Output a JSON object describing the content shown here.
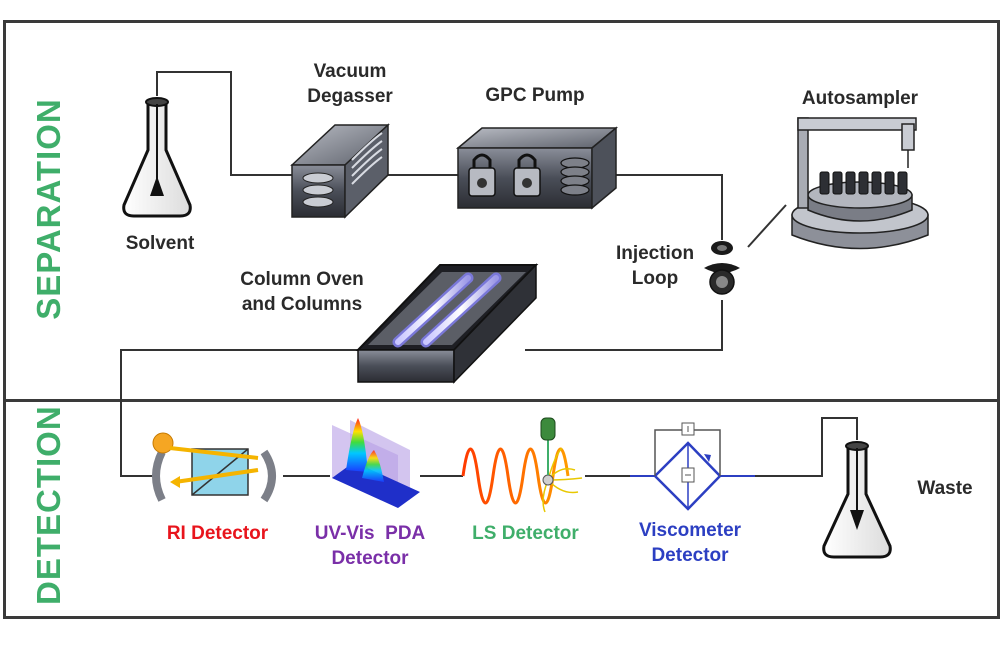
{
  "sections": {
    "separation": "SEPARATION",
    "detection": "DETECTION"
  },
  "components": {
    "solvent": "Solvent",
    "degasser_line1": "Vacuum",
    "degasser_line2": "Degasser",
    "pump": "GPC Pump",
    "autosampler": "Autosampler",
    "injection_line1": "Injection",
    "injection_line2": "Loop",
    "oven_line1": "Column Oven",
    "oven_line2": "and Columns",
    "ri": "RI Detector",
    "uv_line1": "UV-Vis  PDA",
    "uv_line2": "Detector",
    "ls": "LS Detector",
    "visc_line1": "Viscometer",
    "visc_line2": "Detector",
    "waste": "Waste"
  },
  "colors": {
    "section_label": "#3fae6a",
    "ri": "#e8141c",
    "uv": "#7a2fa8",
    "ls": "#3fae6a",
    "visc": "#2c3fc2",
    "text": "#2a2a2a"
  }
}
